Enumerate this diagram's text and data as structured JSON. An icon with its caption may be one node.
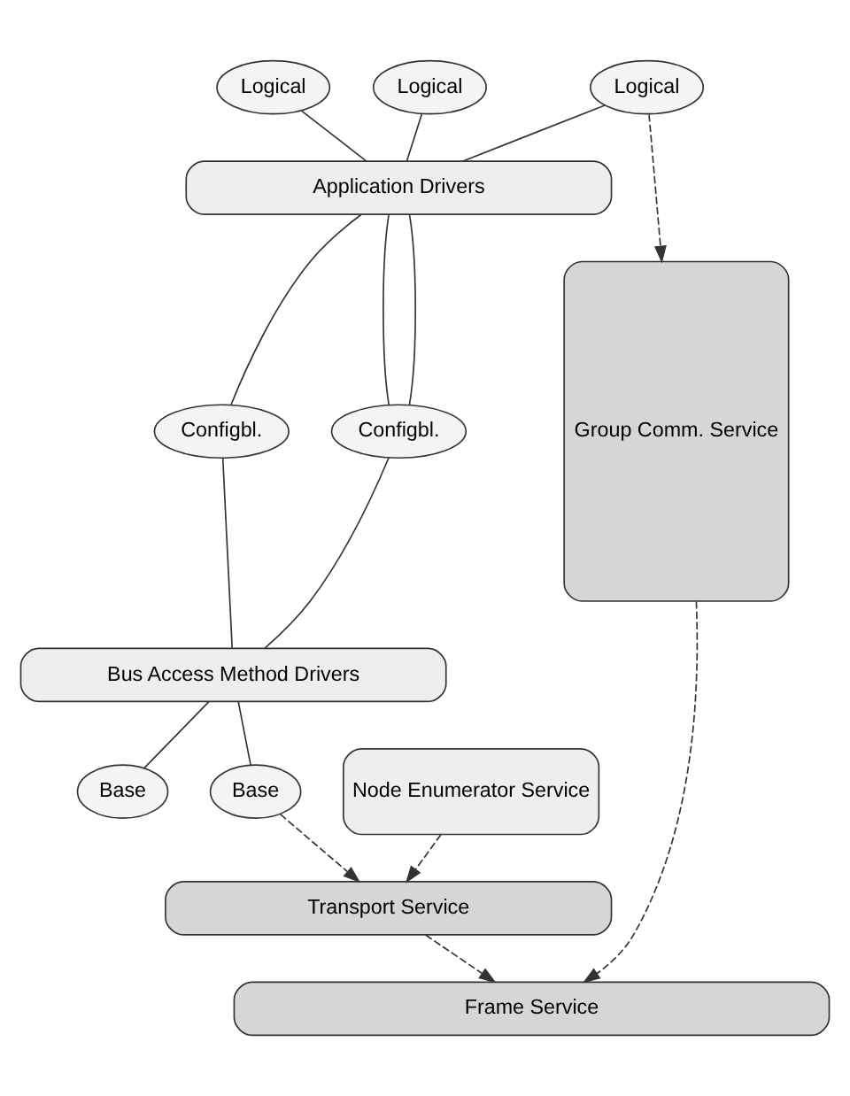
{
  "diagram": {
    "nodes": [
      {
        "text": [
          "Logical"
        ]
      },
      {
        "text": [
          "Logical"
        ]
      },
      {
        "text": [
          "Logical"
        ]
      },
      {
        "text": [
          "Application Drivers"
        ]
      },
      {
        "text": [
          "Configbl."
        ]
      },
      {
        "text": [
          "Configbl."
        ]
      },
      {
        "text": [
          "Group Comm. Service"
        ]
      },
      {
        "text": [
          "Bus Access Method Drivers"
        ]
      },
      {
        "text": [
          "Base"
        ]
      },
      {
        "text": [
          "Base"
        ]
      },
      {
        "text": [
          "Node Enumerator Service"
        ]
      },
      {
        "text": [
          "Transport Service"
        ]
      },
      {
        "text": [
          "Frame Service"
        ]
      }
    ],
    "edges": [
      {
        "from": 0,
        "to": 3,
        "arrow": "none"
      },
      {
        "from": 1,
        "to": 3,
        "arrow": "none"
      },
      {
        "from": 2,
        "to": 3,
        "arrow": "none"
      },
      {
        "from": 3,
        "to": 4,
        "arrow": "none"
      },
      {
        "from": 3,
        "to": 5,
        "arrow": "none"
      },
      {
        "from": 3,
        "to": 5,
        "arrow": "none"
      },
      {
        "from": 4,
        "to": 7,
        "arrow": "none"
      },
      {
        "from": 5,
        "to": 7,
        "arrow": "none"
      },
      {
        "from": 7,
        "to": 8,
        "arrow": "none"
      },
      {
        "from": 7,
        "to": 9,
        "arrow": "none"
      },
      {
        "from": 0,
        "to": 6,
        "arrow": "to",
        "style": "dashed"
      },
      {
        "from": 9,
        "to": 11,
        "arrow": "to",
        "style": "dashed"
      },
      {
        "from": 10,
        "to": 11,
        "arrow": "to",
        "style": "dashed"
      },
      {
        "from": 6,
        "to": 12,
        "arrow": "to",
        "style": "dashed"
      },
      {
        "from": 11,
        "to": 12,
        "arrow": "to",
        "style": "dashed"
      }
    ]
  }
}
